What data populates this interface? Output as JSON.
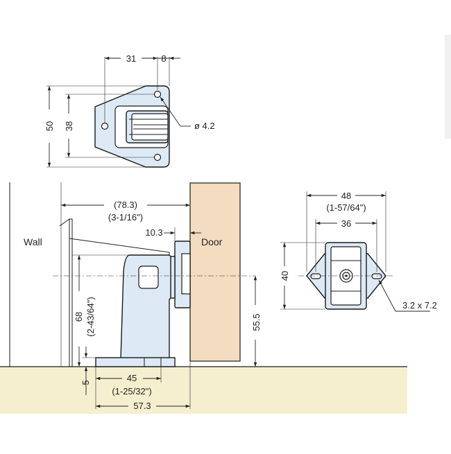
{
  "labels": {
    "wall": "Wall",
    "door": "Door"
  },
  "dimensions": {
    "top_31": "31",
    "top_8": "8",
    "top_50": "50",
    "top_38": "38",
    "top_hole": "ø 4.2",
    "side_total_mm": "(78.3)",
    "side_total_in": "(3-1/16\")",
    "side_10_3": "10.3",
    "side_68": "68",
    "side_68_in": "(2-43/64\")",
    "side_55_5": "55.5",
    "side_5": "5",
    "side_45": "45",
    "side_45_in": "(1-25/32\")",
    "side_57_3": "57.3",
    "right_48": "48",
    "right_48_in": "(1-57/64\")",
    "right_36": "36",
    "right_40": "40",
    "right_slot": "3.2 x 7.2"
  },
  "colors": {
    "part_fill": "#dde9f5",
    "door_fill": "#f3dcbf",
    "floor_fill": "#f6efcf"
  }
}
